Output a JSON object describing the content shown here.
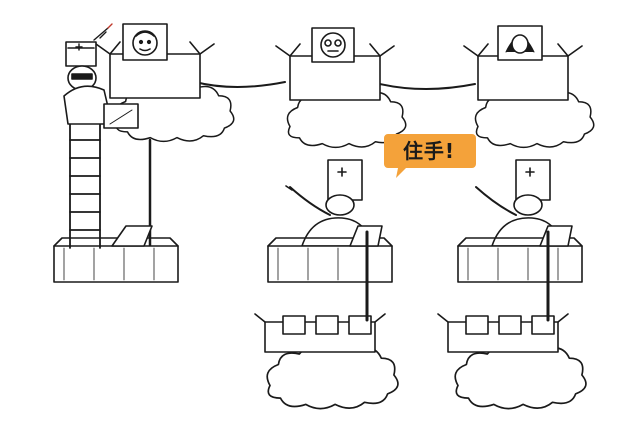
{
  "illustration": {
    "speech_bubble": {
      "text": "住手!",
      "fill_color": "#f4a23a"
    },
    "line_color": "#1a1a1a",
    "figures": [
      {
        "role": "doctor-on-ladder",
        "icon": "syringe-icon"
      },
      {
        "role": "doctor-pointing-left"
      },
      {
        "role": "doctor-pointing-right"
      }
    ]
  }
}
